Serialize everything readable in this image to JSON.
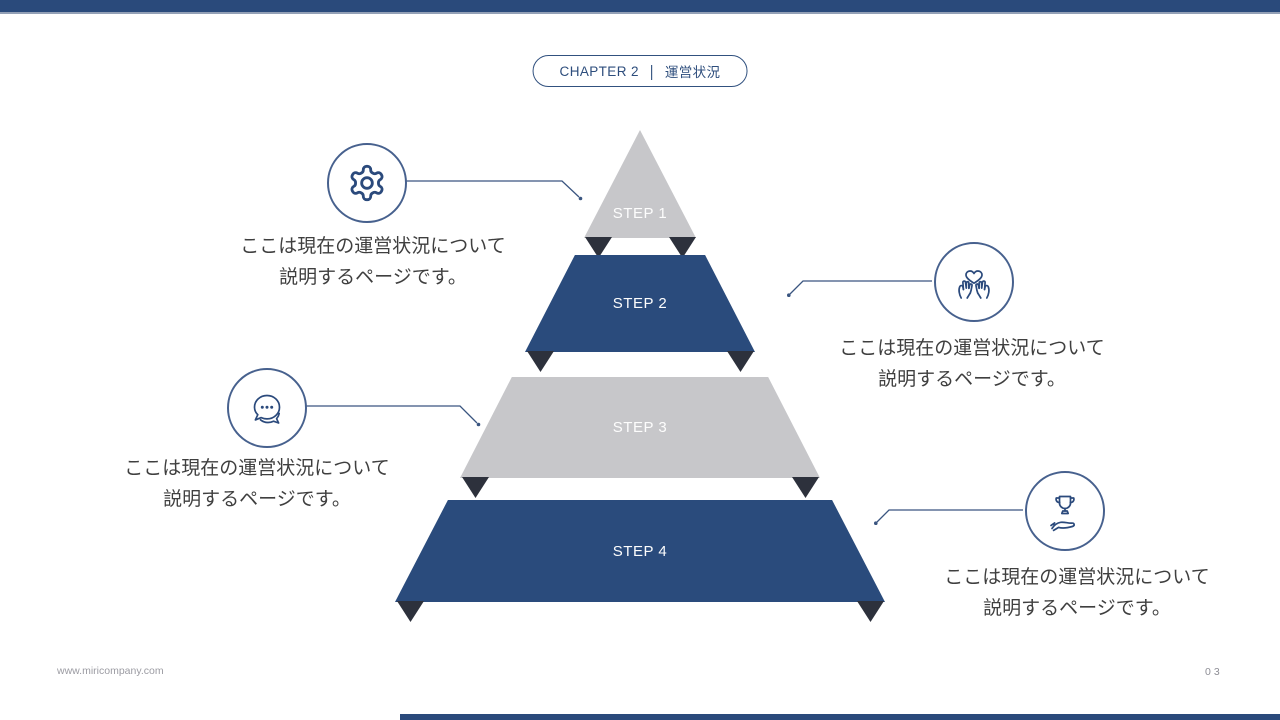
{
  "colors": {
    "navy": "#2a4b7c",
    "gray": "#c7c7ca",
    "shadow_foot": "#2d313c",
    "text_dark": "#3f3f3f",
    "connector": "#3a5580",
    "muted_gray": "#9a9aa0"
  },
  "header": {
    "badge": {
      "chapter": "CHAPTER 2",
      "separator": "|",
      "title": "運営状況"
    }
  },
  "pyramid": {
    "steps": [
      {
        "label": "STEP 1",
        "color": "gray"
      },
      {
        "label": "STEP 2",
        "color": "navy"
      },
      {
        "label": "STEP 3",
        "color": "gray"
      },
      {
        "label": "STEP 4",
        "color": "navy"
      }
    ]
  },
  "callouts": [
    {
      "icon": "gear-icon",
      "line1": "ここは現在の運営状況について",
      "line2": "説明するページです。"
    },
    {
      "icon": "heart-hands-icon",
      "line1": "ここは現在の運営状況について",
      "line2": "説明するページです。"
    },
    {
      "icon": "chat-icon",
      "line1": "ここは現在の運営状況について",
      "line2": "説明するページです。"
    },
    {
      "icon": "trophy-hand-icon",
      "line1": "ここは現在の運営状況について",
      "line2": "説明するページです。"
    }
  ],
  "footer": {
    "url": "www.miricompany.com",
    "page": "03"
  }
}
